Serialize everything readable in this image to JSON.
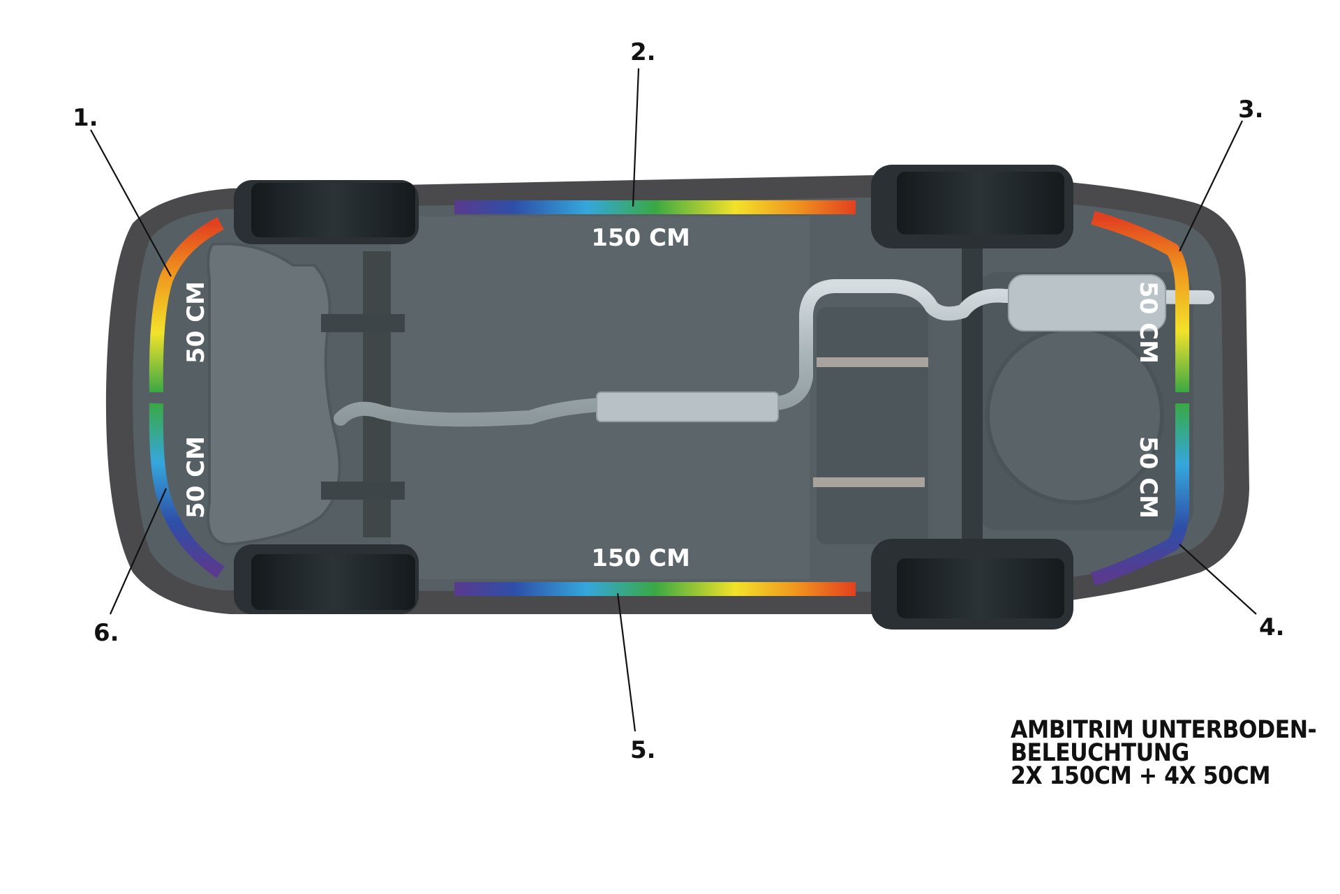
{
  "callouts": [
    {
      "number": "1."
    },
    {
      "number": "2."
    },
    {
      "number": "3."
    },
    {
      "number": "4."
    },
    {
      "number": "5."
    },
    {
      "number": "6."
    }
  ],
  "strips": {
    "top": {
      "length": "150 CM"
    },
    "bottom": {
      "length": "150 CM"
    },
    "front_left": {
      "length": "50 CM"
    },
    "front_right": {
      "length": "50 CM"
    },
    "rear_left": {
      "length": "50 CM"
    },
    "rear_right": {
      "length": "50 CM"
    }
  },
  "legend": {
    "line1": "AMBITRIM UNTERBODEN-",
    "line2": "BELEUCHTUNG",
    "line3": "2X 150CM + 4X 50CM"
  },
  "colors": {
    "body_outer": "#4a4a4c",
    "body_inner": "#565f62",
    "tire": "#1c2225",
    "exhaust": "#b9c3c8"
  }
}
